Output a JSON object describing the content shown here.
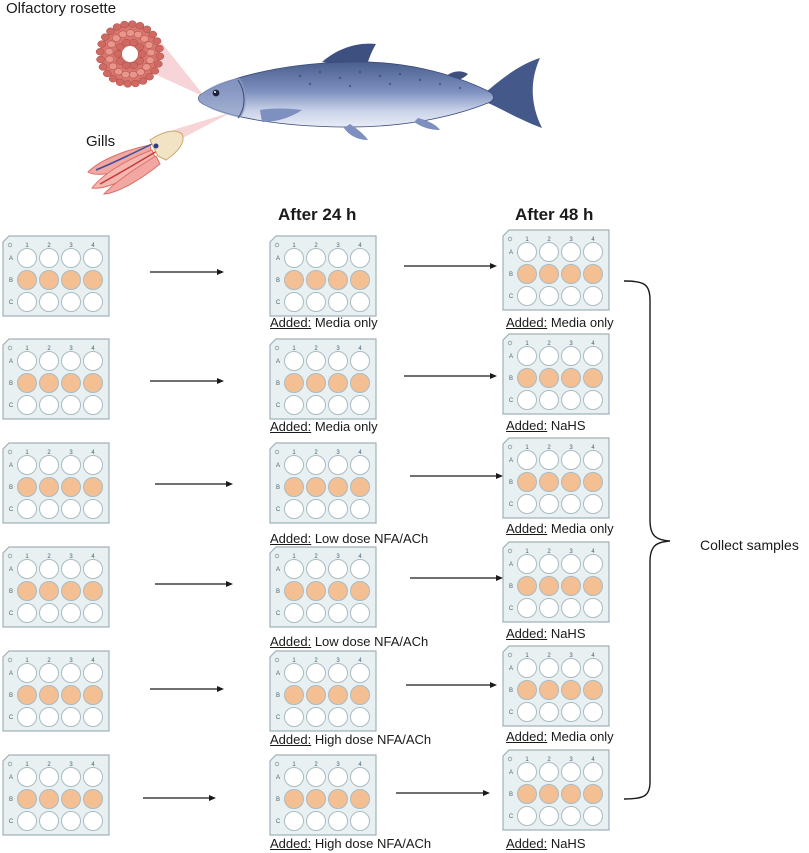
{
  "labels": {
    "olfactory_rosette": "Olfactory rosette",
    "gills": "Gills",
    "after_24h": "After 24 h",
    "after_48h": "After 48 h",
    "added_prefix": "Added:",
    "collect_samples": "Collect samples"
  },
  "plate": {
    "columns": [
      "1",
      "2",
      "3",
      "4"
    ],
    "rows": [
      "A",
      "B",
      "C"
    ],
    "filled_row": "B",
    "well_fill_color": "#f5bf94",
    "well_empty_color": "#ffffff",
    "plate_color": "#e8f0f2"
  },
  "rows": [
    {
      "added_24h": "Media only",
      "added_48h": "Media only"
    },
    {
      "added_24h": "Media only",
      "added_48h": "NaHS"
    },
    {
      "added_24h": "Low dose NFA/ACh",
      "added_48h": "Media only"
    },
    {
      "added_24h": "Low dose NFA/ACh",
      "added_48h": "NaHS"
    },
    {
      "added_24h": "High dose NFA/ACh",
      "added_48h": "Media only"
    },
    {
      "added_24h": "High dose NFA/ACh",
      "added_48h": "NaHS"
    }
  ]
}
